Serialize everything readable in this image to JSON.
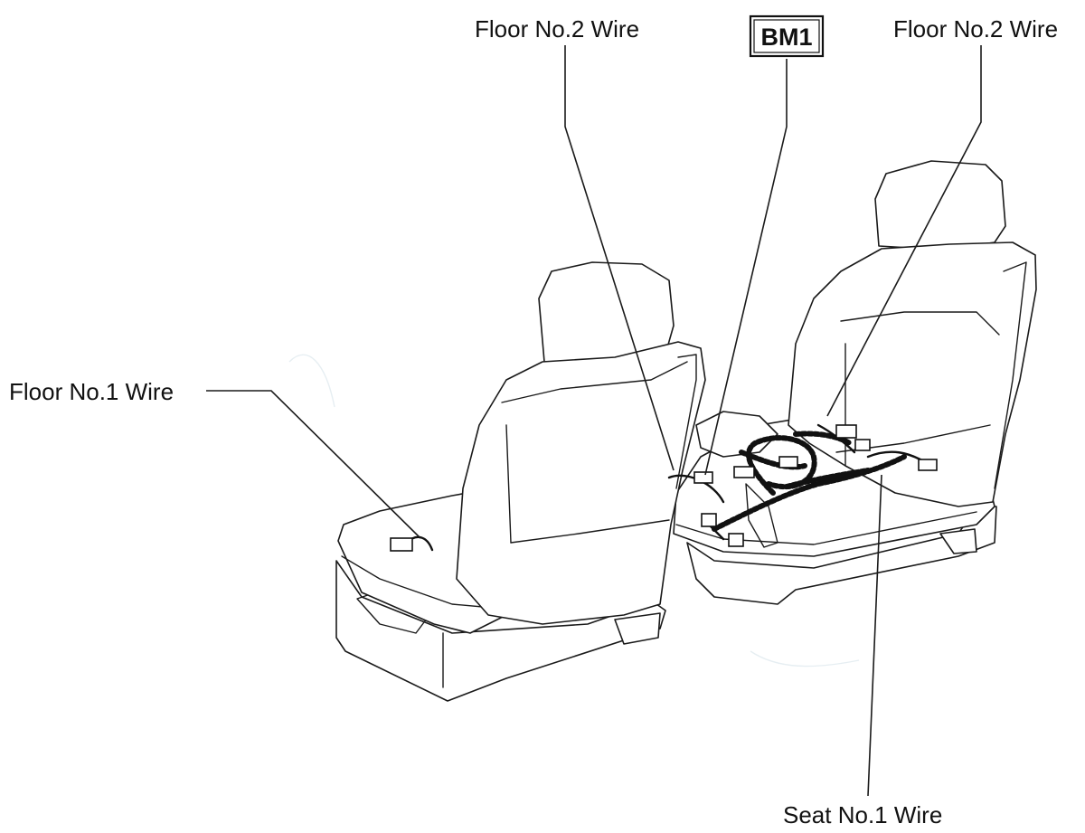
{
  "labels": {
    "floor2_left": "Floor No.2 Wire",
    "bm1": "BM1",
    "floor2_right": "Floor No.2 Wire",
    "floor1": "Floor No.1 Wire",
    "seat1": "Seat No.1 Wire"
  },
  "colors": {
    "line": "#1a1a1a",
    "background": "#ffffff"
  }
}
